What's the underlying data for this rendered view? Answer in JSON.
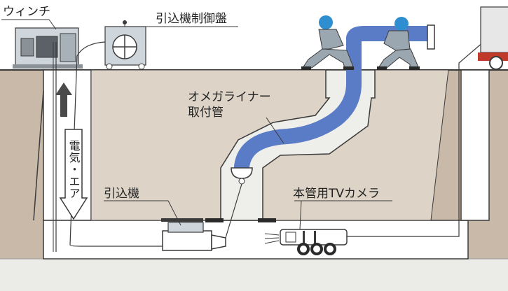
{
  "labels": {
    "winch": "ウィンチ",
    "control_panel": "引込機制御盤",
    "liner_pipe_line1": "オメガライナー",
    "liner_pipe_line2": "取付管",
    "power_air": "電気・エア",
    "puller": "引込機",
    "tv_camera": "本管用TVカメラ"
  },
  "colors": {
    "ground": "#c9b9a8",
    "trench": "#ddd3c7",
    "outline": "#3a3a3a",
    "liner": "#5a7cc6",
    "pipe_wall": "#eeeeea",
    "equipment": "#cfd6db",
    "bottom_band": "#ebebe7",
    "worker_suit": "#9aa6b0",
    "helmet": "#2f8ecf"
  },
  "icons": {
    "arrow_up": "arrow-up-icon",
    "arrow_down": "arrow-down-icon"
  }
}
